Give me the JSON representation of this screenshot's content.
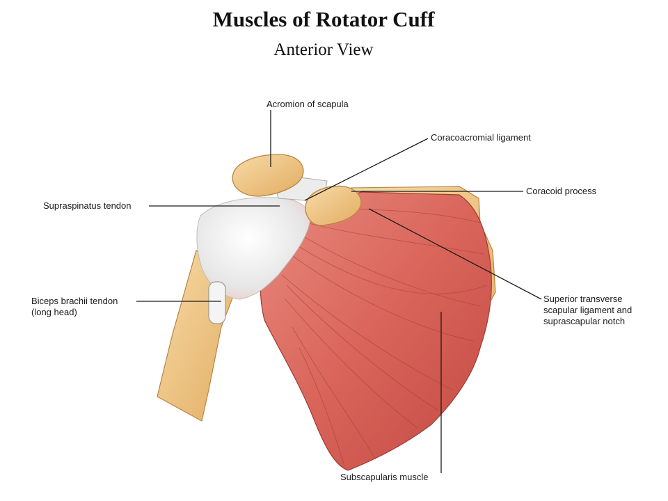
{
  "title": "Muscles of Rotator Cuff",
  "subtitle": "Anterior View",
  "labels": {
    "acromion": "Acromion of scapula",
    "coracoacromial": "Coracoacromial ligament",
    "coracoid": "Coracoid process",
    "supraspinatus": "Supraspinatus tendon",
    "biceps_line1": "Biceps brachii tendon",
    "biceps_line2": "(long head)",
    "superior_line1": "Superior transverse",
    "superior_line2": "scapular ligament and",
    "superior_line3": "suprascapular notch",
    "subscapularis": "Subscapularis muscle"
  },
  "colors": {
    "muscle": "#d9645a",
    "muscle_dark": "#b9443d",
    "bone": "#efc98a",
    "bone_dark": "#c9964f",
    "tendon": "#eeeeee"
  }
}
